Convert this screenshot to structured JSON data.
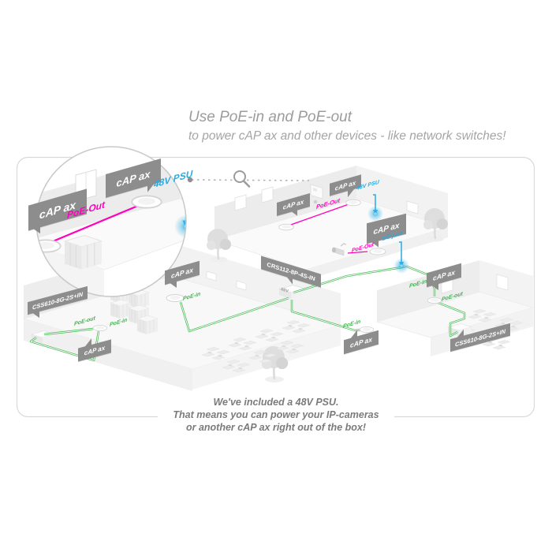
{
  "page": {
    "header": {
      "title": "Use PoE-in and PoE-out",
      "subtitle": "to power cAP ax and other devices - like network switches!"
    },
    "footer": {
      "line1": "We've included a 48V PSU.",
      "line2": "That means you can power your IP-cameras",
      "line3": "or another cAP ax right out of the box!"
    }
  },
  "labels": {
    "cap_ax": "cAP ax",
    "switch_crs": "CRS112-8P-4S-IN",
    "switch_css": "CSS610-8G-2S+IN",
    "psu": "48V PSU",
    "psu_volt": "48V",
    "dc_jack": "DC jack",
    "poe_out_cap": "PoE-Out",
    "poe_in": "PoE-in",
    "poe_out": "PoE-out"
  },
  "icons": {
    "magnifier": "magnifying-glass"
  },
  "colors": {
    "poe_magenta": "#ff00bf",
    "power_blue": "#29abe2",
    "ethernet_green": "#3cb54a",
    "bubble_gray": "#8d8d8d",
    "text_gray": "#9c9c9c",
    "card_border": "#d9d9d9"
  }
}
